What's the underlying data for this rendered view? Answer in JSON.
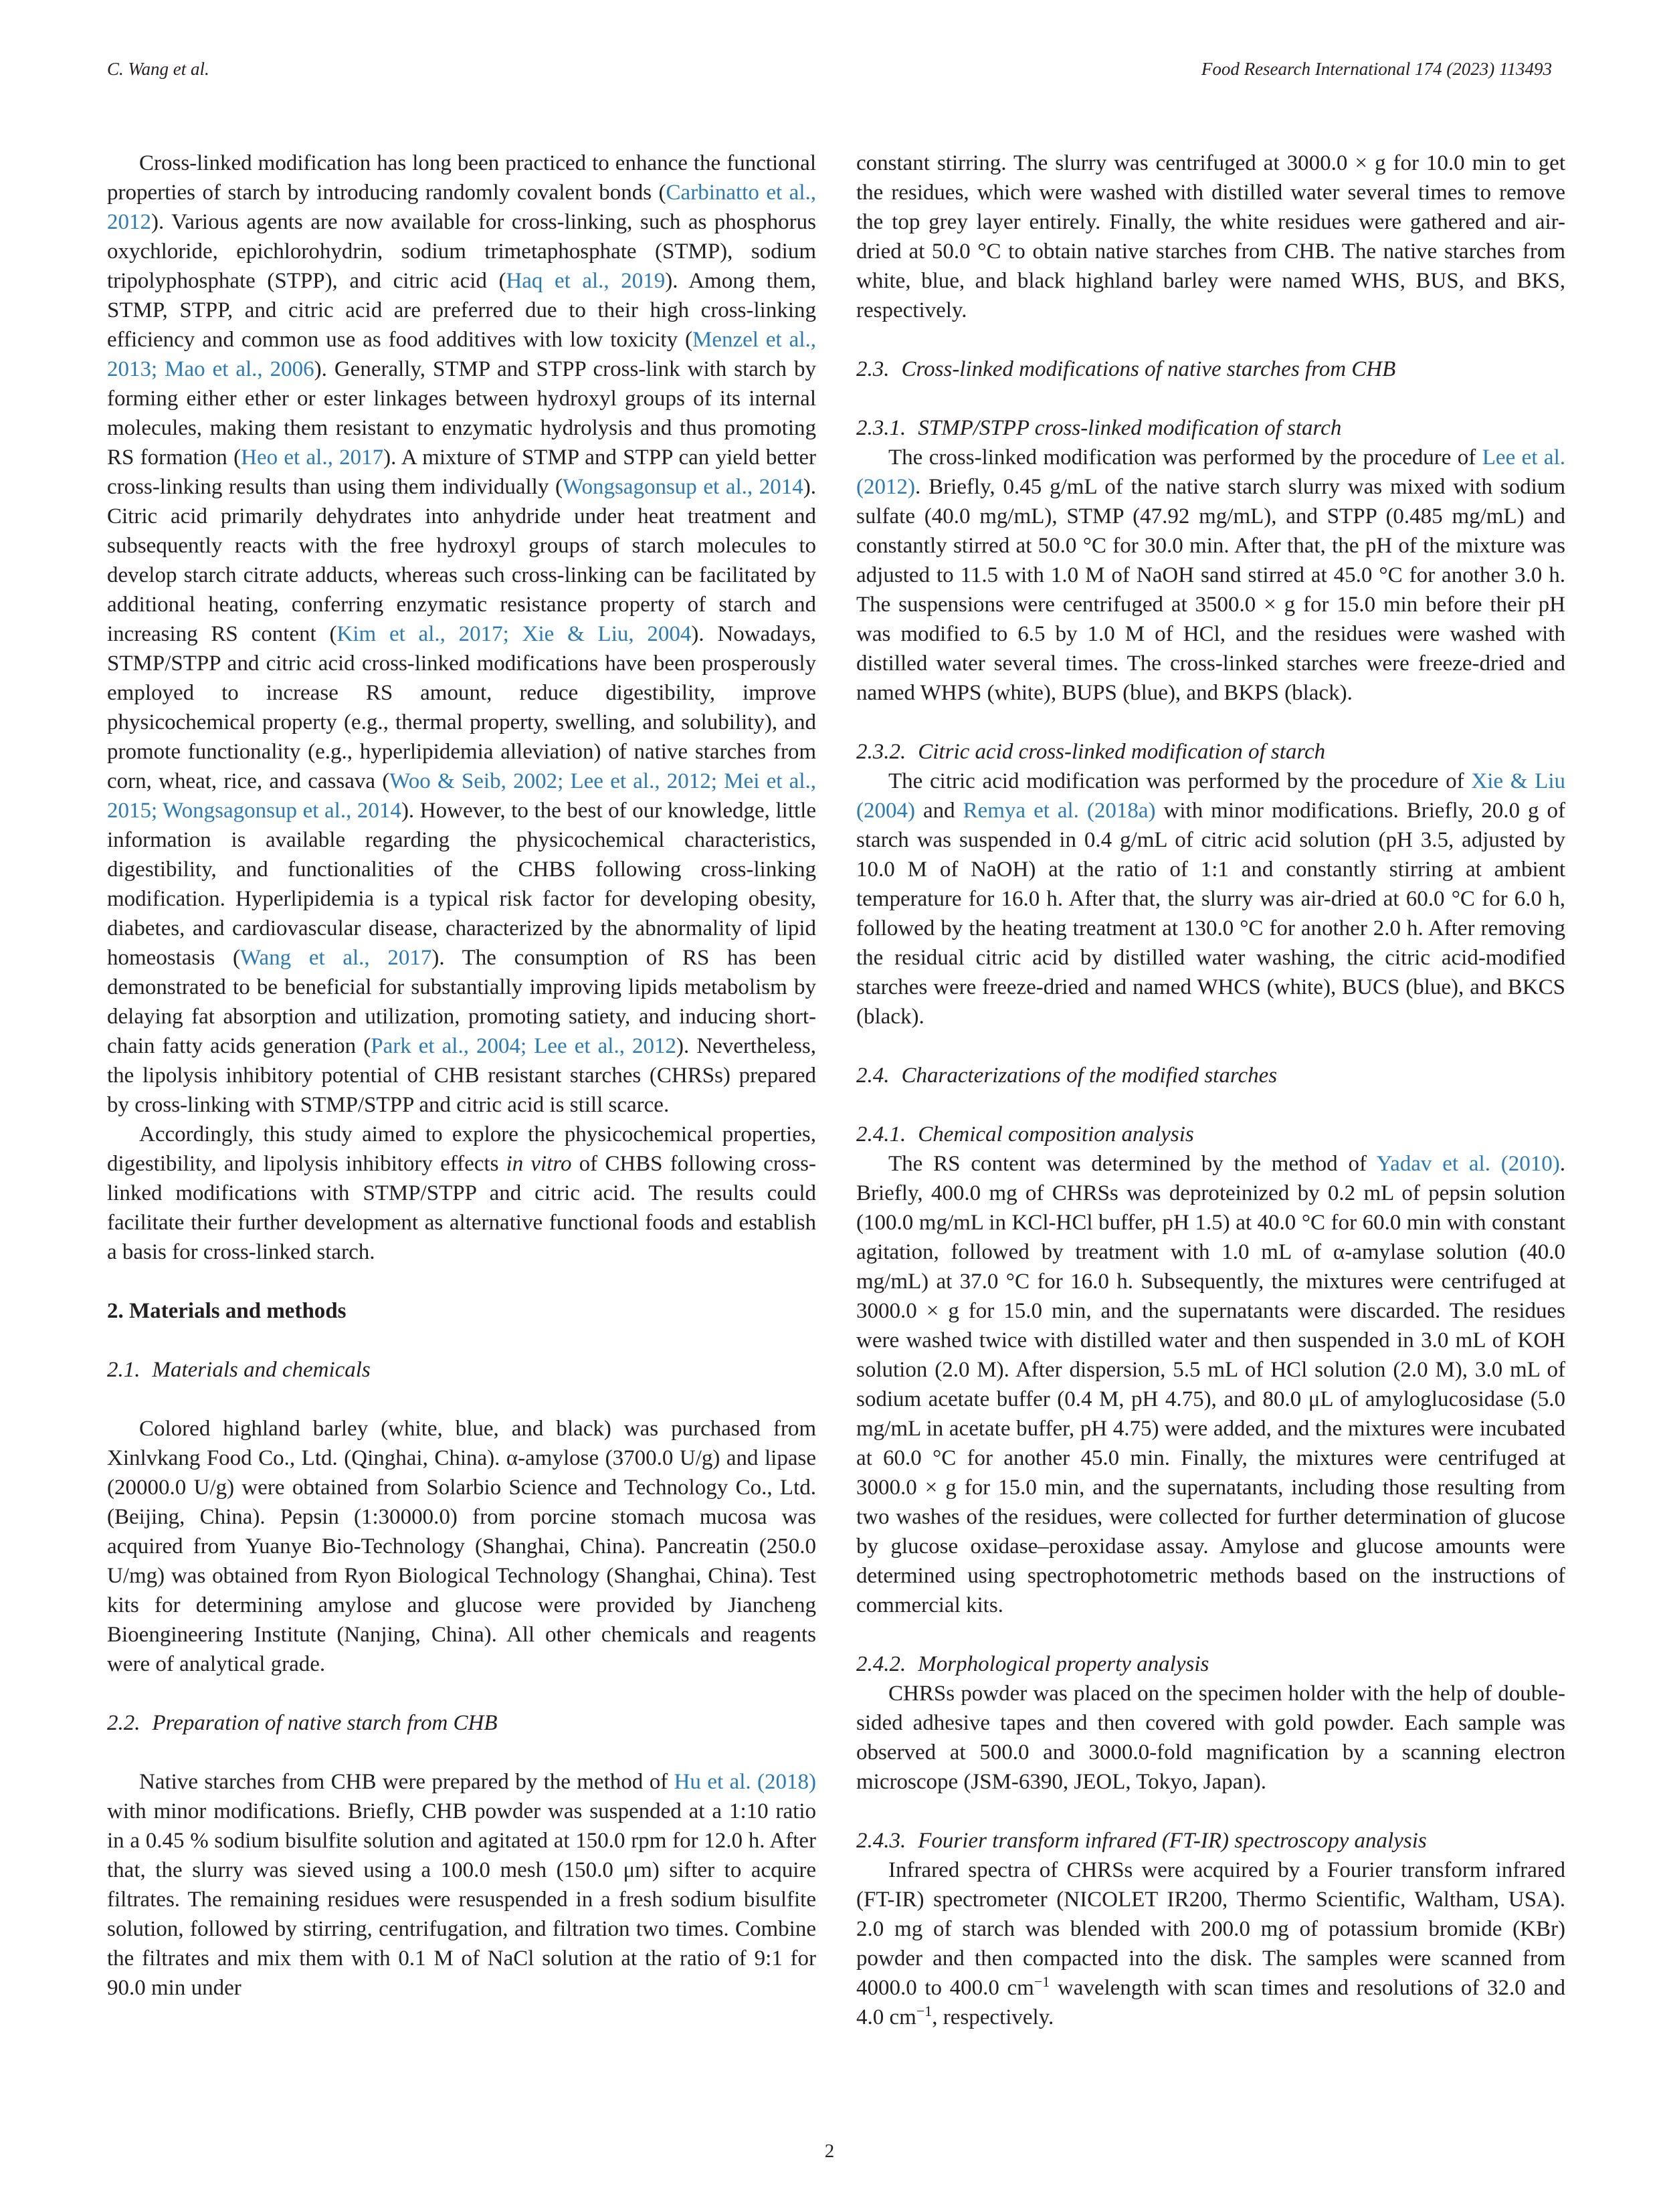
{
  "header": {
    "left": "C. Wang et al.",
    "right": "Food Research International 174 (2023) 113493"
  },
  "left_column": {
    "p1": [
      "Cross-linked modification has long been practiced to enhance the functional properties of starch by introducing randomly covalent bonds (",
      "Carbinatto et al., 2012",
      "). Various agents are now available for cross-linking, such as phosphorus oxychloride, epichlorohydrin, sodium trimetaphosphate (STMP), sodium tripolyphosphate (STPP), and citric acid (",
      "Haq et al., 2019",
      "). Among them, STMP, STPP, and citric acid are preferred due to their high cross-linking efficiency and common use as food additives with low toxicity (",
      "Menzel et al., 2013; Mao et al., 2006",
      "). Generally, STMP and STPP cross-link with starch by forming either ether or ester linkages between hydroxyl groups of its internal molecules, making them resistant to enzymatic hydrolysis and thus promoting RS formation (",
      "Heo et al., 2017",
      "). A mixture of STMP and STPP can yield better cross-linking results than using them individually (",
      "Wongsagonsup et al., 2014",
      "). Citric acid primarily dehydrates into anhydride under heat treatment and subsequently reacts with the free hydroxyl groups of starch molecules to develop starch citrate adducts, whereas such cross-linking can be facilitated by additional heating, conferring enzymatic resistance property of starch and increasing RS content (",
      "Kim et al., 2017; Xie & Liu, 2004",
      "). Nowadays, STMP/STPP and citric acid cross-linked modifications have been prosperously employed to increase RS amount, reduce digestibility, improve physicochemical property (e.g., thermal property, swelling, and solubility), and promote functionality (e.g., hyperlipidemia alleviation) of native starches from corn, wheat, rice, and cassava (",
      "Woo & Seib, 2002; Lee et al., 2012; Mei et al., 2015; Wongsagonsup et al., 2014",
      "). However, to the best of our knowledge, little information is available regarding the physicochemical characteristics, digestibility, and functionalities of the CHBS following cross-linking modification. Hyperlipidemia is a typical risk factor for developing obesity, diabetes, and cardiovascular disease, characterized by the abnormality of lipid homeostasis (",
      "Wang et al., 2017",
      "). The consumption of RS has been demonstrated to be beneficial for substantially improving lipids metabolism by delaying fat absorption and utilization, promoting satiety, and inducing short-chain fatty acids generation (",
      "Park et al., 2004; Lee et al., 2012",
      "). Nevertheless, the lipolysis inhibitory potential of CHB resistant starches (CHRSs) prepared by cross-linking with STMP/STPP and citric acid is still scarce."
    ],
    "p2": [
      "Accordingly, this study aimed to explore the physicochemical properties, digestibility, and lipolysis inhibitory effects ",
      "in vitro",
      " of CHBS following cross-linked modifications with STMP/STPP and citric acid. The results could facilitate their further development as alternative functional foods and establish a basis for cross-linked starch."
    ],
    "sec2": "2.  Materials and methods",
    "sec21_num": "2.1.",
    "sec21_title": "Materials and chemicals",
    "p3": "Colored highland barley (white, blue, and black) was purchased from Xinlvkang Food Co., Ltd. (Qinghai, China). α-amylose (3700.0 U/g) and lipase (20000.0 U/g) were obtained from Solarbio Science and Technology Co., Ltd. (Beijing, China). Pepsin (1:30000.0) from porcine stomach mucosa was acquired from Yuanye Bio-Technology (Shanghai, China). Pancreatin (250.0 U/mg) was obtained from Ryon Biological Technology (Shanghai, China). Test kits for determining amylose and glucose were provided by Jiancheng Bioengineering Institute (Nanjing, China). All other chemicals and reagents were of analytical grade.",
    "sec22_num": "2.2.",
    "sec22_title": "Preparation of native starch from CHB",
    "p4": [
      "Native starches from CHB were prepared by the method of ",
      "Hu et al. (2018)",
      " with minor modifications. Briefly, CHB powder was suspended at a 1:10 ratio in a 0.45 % sodium bisulfite solution and agitated at 150.0 rpm for 12.0 h. After that, the slurry was sieved using a 100.0 mesh (150.0 μm) sifter to acquire filtrates. The remaining residues were resuspended in a fresh sodium bisulfite solution, followed by stirring, centrifugation, and filtration two times. Combine the filtrates and mix them with 0.1 M of NaCl solution at the ratio of 9:1 for 90.0 min under"
    ]
  },
  "right_column": {
    "p5": "constant stirring. The slurry was centrifuged at 3000.0 × g for 10.0 min to get the residues, which were washed with distilled water several times to remove the top grey layer entirely. Finally, the white residues were gathered and air-dried at 50.0 °C to obtain native starches from CHB. The native starches from white, blue, and black highland barley were named WHS, BUS, and BKS, respectively.",
    "sec23_num": "2.3.",
    "sec23_title": "Cross-linked modifications of native starches from CHB",
    "sec231_num": "2.3.1.",
    "sec231_title": "STMP/STPP cross-linked modification of starch",
    "p6": [
      "The cross-linked modification was performed by the procedure of ",
      "Lee et al. (2012)",
      ". Briefly, 0.45 g/mL of the native starch slurry was mixed with sodium sulfate (40.0 mg/mL), STMP (47.92 mg/mL), and STPP (0.485 mg/mL) and constantly stirred at 50.0 °C for 30.0 min. After that, the pH of the mixture was adjusted to 11.5 with 1.0 M of NaOH sand stirred at 45.0 °C for another 3.0 h. The suspensions were centrifuged at 3500.0 × g for 15.0 min before their pH was modified to 6.5 by 1.0 M of HCl, and the residues were washed with distilled water several times. The cross-linked starches were freeze-dried and named WHPS (white), BUPS (blue), and BKPS (black)."
    ],
    "sec232_num": "2.3.2.",
    "sec232_title": "Citric acid cross-linked modification of starch",
    "p7": [
      "The citric acid modification was performed by the procedure of ",
      "Xie & Liu (2004)",
      " and ",
      "Remya et al. (2018a)",
      " with minor modifications. Briefly, 20.0 g of starch was suspended in 0.4 g/mL of citric acid solution (pH 3.5, adjusted by 10.0 M of NaOH) at the ratio of 1:1 and constantly stirring at ambient temperature for 16.0 h. After that, the slurry was air-dried at 60.0 °C for 6.0 h, followed by the heating treatment at 130.0 °C for another 2.0 h. After removing the residual citric acid by distilled water washing, the citric acid-modified starches were freeze-dried and named WHCS (white), BUCS (blue), and BKCS (black)."
    ],
    "sec24_num": "2.4.",
    "sec24_title": "Characterizations of the modified starches",
    "sec241_num": "2.4.1.",
    "sec241_title": "Chemical composition analysis",
    "p8": [
      "The RS content was determined by the method of ",
      "Yadav et al. (2010)",
      ". Briefly, 400.0 mg of CHRSs was deproteinized by 0.2 mL of pepsin solution (100.0 mg/mL in KCl-HCl buffer, pH 1.5) at 40.0 °C for 60.0 min with constant agitation, followed by treatment with 1.0 mL of α-amylase solution (40.0 mg/mL) at 37.0 °C for 16.0 h. Subsequently, the mixtures were centrifuged at 3000.0 × g for 15.0 min, and the supernatants were discarded. The residues were washed twice with distilled water and then suspended in 3.0 mL of KOH solution (2.0 M). After dispersion, 5.5 mL of HCl solution (2.0 M), 3.0 mL of sodium acetate buffer (0.4 M, pH 4.75), and 80.0 μL of amyloglucosidase (5.0 mg/mL in acetate buffer, pH 4.75) were added, and the mixtures were incubated at 60.0 °C for another 45.0 min. Finally, the mixtures were centrifuged at 3000.0 × g for 15.0 min, and the supernatants, including those resulting from two washes of the residues, were collected for further determination of glucose by glucose oxidase–peroxidase assay. Amylose and glucose amounts were determined using spectrophotometric methods based on the instructions of commercial kits."
    ],
    "sec242_num": "2.4.2.",
    "sec242_title": "Morphological property analysis",
    "p9": "CHRSs powder was placed on the specimen holder with the help of double-sided adhesive tapes and then covered with gold powder. Each sample was observed at 500.0 and 3000.0-fold magnification by a scanning electron microscope (JSM-6390, JEOL, Tokyo, Japan).",
    "sec243_num": "2.4.3.",
    "sec243_title": "Fourier transform infrared (FT-IR) spectroscopy analysis",
    "p10": [
      "Infrared spectra of CHRSs were acquired by a Fourier transform infrared (FT-IR) spectrometer (NICOLET IR200, Thermo Scientific, Waltham, USA). 2.0 mg of starch was blended with 200.0 mg of potassium bromide (KBr) powder and then compacted into the disk. The samples were scanned from 4000.0 to 400.0 cm",
      "−1",
      " wavelength with scan times and resolutions of 32.0 and 4.0 cm",
      "−1",
      ", respectively."
    ]
  },
  "page_number": "2",
  "colors": {
    "text": "#231f20",
    "citation": "#2a7ab5"
  }
}
